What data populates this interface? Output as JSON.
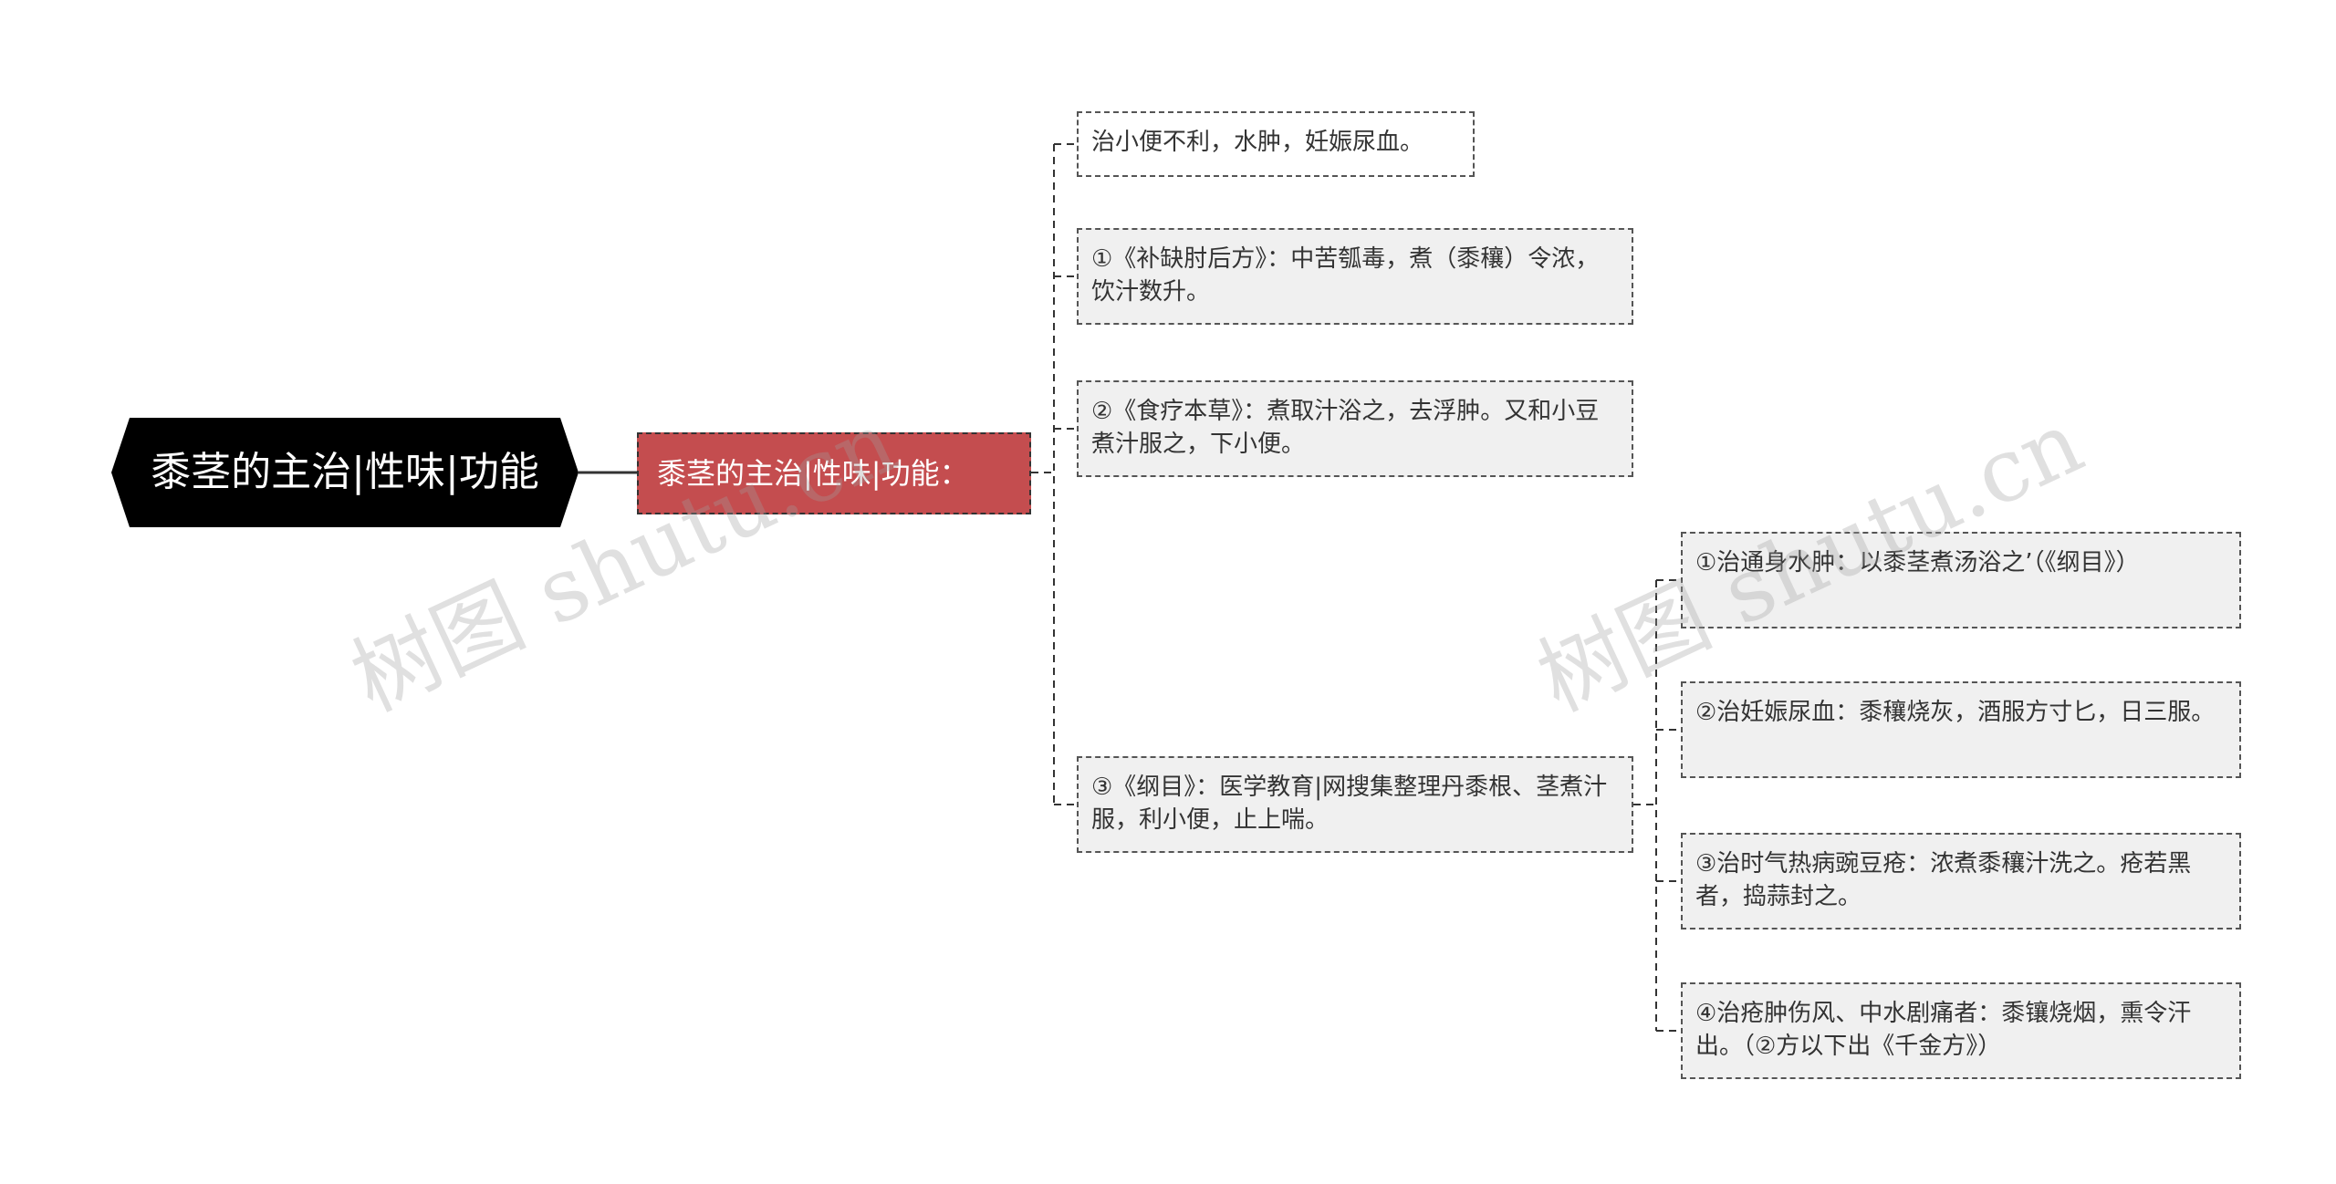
{
  "mindmap": {
    "root": {
      "label": "黍茎的主治|性味|功能"
    },
    "topic": {
      "label": "黍茎的主治|性味|功能："
    },
    "items": [
      {
        "text": "治小便不利，水肿，妊娠尿血。"
      },
      {
        "text": "①《补缺肘后方》：中苦瓠毒，煮（黍穰）令浓，饮汁数升。"
      },
      {
        "text": "②《食疗本草》：煮取汁浴之，去浮肿。又和小豆煮汁服之，下小便。"
      },
      {
        "text": "③《纲目》：医学教育|网搜集整理丹黍根、茎煮汁服，利小便，止上喘。"
      }
    ],
    "subitems": [
      {
        "text": "①治通身水肿：以黍茎煮汤浴之’（《纲目》）"
      },
      {
        "text": "②治妊娠尿血：黍穰烧灰，酒服方寸匕，日三服。"
      },
      {
        "text": "③治时气热病豌豆疮：浓煮黍穰汁洗之。疮若黑者，捣蒜封之。"
      },
      {
        "text": "④治疮肿伤风、中水剧痛者：黍镶烧烟，熏令汗出。（②方以下出《千金方》）"
      }
    ]
  },
  "watermark": {
    "text": "树图 shutu.cn"
  },
  "colors": {
    "root_bg": "#000000",
    "topic_bg": "#c44d4f",
    "leaf_shade": "#f0f0f0",
    "line": "#333333"
  }
}
